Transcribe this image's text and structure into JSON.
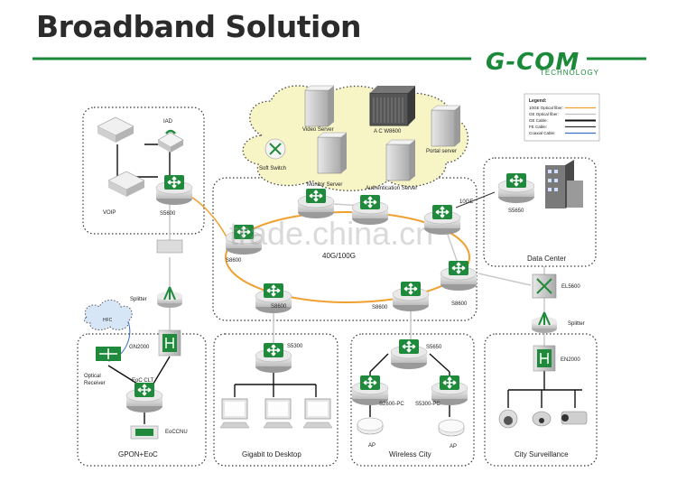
{
  "header": {
    "title": "Broadband Solution",
    "logo": "G-COM",
    "logo_sub": "TECHNOLOGY"
  },
  "watermark": "trade.china.cn",
  "legend": {
    "title": "Legend:",
    "items": [
      {
        "label": "10GE Optical fiber:",
        "color": "#f0a030"
      },
      {
        "label": "GE Optical fiber:",
        "color": "#c0c0c0"
      },
      {
        "label": "GE Cable:",
        "color": "#111111"
      },
      {
        "label": "FE Cable:",
        "color": "#333333"
      },
      {
        "label": "Coaxial Cable:",
        "color": "#3a6fd0"
      }
    ]
  },
  "cloud": {
    "video_server": "Video Server",
    "ac": "A C W8600",
    "portal": "Portal server",
    "soft_switch": "Soft Switch",
    "monitor": "Monitor Server",
    "auth": "Authentication Server"
  },
  "core": {
    "ring_label": "40G/100G",
    "s8600_a": "S8600",
    "s8600_b": "S8600",
    "s8600_c": "S8600",
    "s8600_d": "S8600",
    "link_10ge": "10GE"
  },
  "iad_box": {
    "iad": "IAD",
    "voip": "VOIP",
    "s5600": "S5600"
  },
  "dc_box": {
    "s5650": "S5650",
    "title": "Data Center"
  },
  "splitter_left": "Splitter",
  "hfc": "HFC",
  "gpon_box": {
    "gn2000": "GN2000",
    "optical": "Optical",
    "receiver": "Receiver",
    "eoc_clt": "EoC CLT",
    "eoc_cnu": "EoCCNU",
    "title": "GPON+EoC"
  },
  "desktop_box": {
    "s5300": "S5300",
    "title": "Gigabit to Desktop"
  },
  "wireless_box": {
    "s5650": "S5650",
    "s2600": "S2600-PC",
    "s5300": "S5300-PC",
    "ap1": "AP",
    "ap2": "AP",
    "title": "Wireless City"
  },
  "surveil": {
    "el5600": "EL5600",
    "splitter": "Splitter",
    "en2000": "EN2000",
    "title": "City Surveillance"
  }
}
